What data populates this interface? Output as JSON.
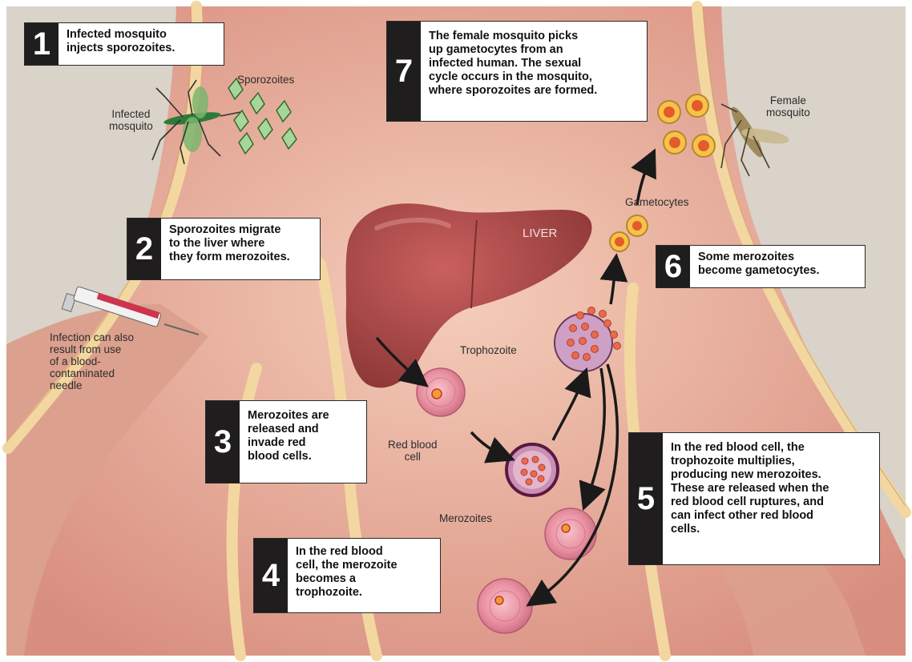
{
  "steps": [
    {
      "number": "1",
      "text": "Infected mosquito\ninjects sporozoites."
    },
    {
      "number": "2",
      "text": "Sporozoites migrate\nto the liver where\nthey form merozoites."
    },
    {
      "number": "3",
      "text": "Merozoites are\nreleased and\ninvade red\nblood cells."
    },
    {
      "number": "4",
      "text": "In the red blood\ncell, the merozoite\nbecomes a\ntrophozoite."
    },
    {
      "number": "5",
      "text": "In the red blood cell, the\ntrophozoite multiplies,\nproducing new merozoites.\nThese are released when the\nred blood cell ruptures, and\ncan infect other red blood\ncells."
    },
    {
      "number": "6",
      "text": "Some merozoites\nbecome gametocytes."
    },
    {
      "number": "7",
      "text": "The female mosquito picks\nup gametocytes from an\ninfected human. The sexual\ncycle occurs in the mosquito,\nwhere sporozoites are formed."
    }
  ],
  "labels": {
    "sporozoites": "Sporozoites",
    "infected_mosquito": "Infected\nmosquito",
    "female_mosquito": "Female\nmosquito",
    "gametocytes": "Gametocytes",
    "liver": "LIVER",
    "trophozoite": "Trophozoite",
    "red_blood_cell": "Red blood\ncell",
    "merozoites": "Merozoites",
    "needle_note": "Infection can also\nresult from use\nof a blood-\ncontaminated\nneedle"
  },
  "colors": {
    "background": "#d9d3c9",
    "body": "#e8b39c",
    "vein": "#f3d7a0",
    "liver": "#a64b4a",
    "cell": "#e9a1ae",
    "arrow": "#1a1a1a"
  }
}
